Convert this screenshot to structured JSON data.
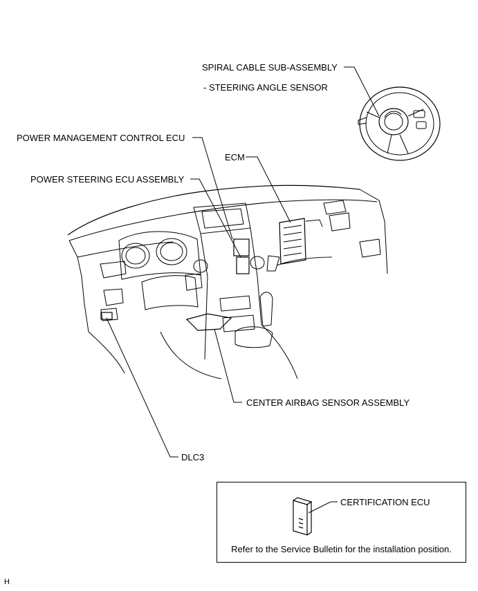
{
  "labels": {
    "spiral_cable": "SPIRAL CABLE SUB-ASSEMBLY",
    "steering_angle": "- STEERING ANGLE SENSOR",
    "power_mgmt": "POWER MANAGEMENT CONTROL ECU",
    "ecm": "ECM",
    "power_steering": "POWER STEERING ECU ASSEMBLY",
    "center_airbag": "CENTER AIRBAG SENSOR ASSEMBLY",
    "dlc3": "DLC3",
    "certification": "CERTIFICATION ECU"
  },
  "note": "Refer to the Service Bulletin for the installation position.",
  "figure_code": "H"
}
